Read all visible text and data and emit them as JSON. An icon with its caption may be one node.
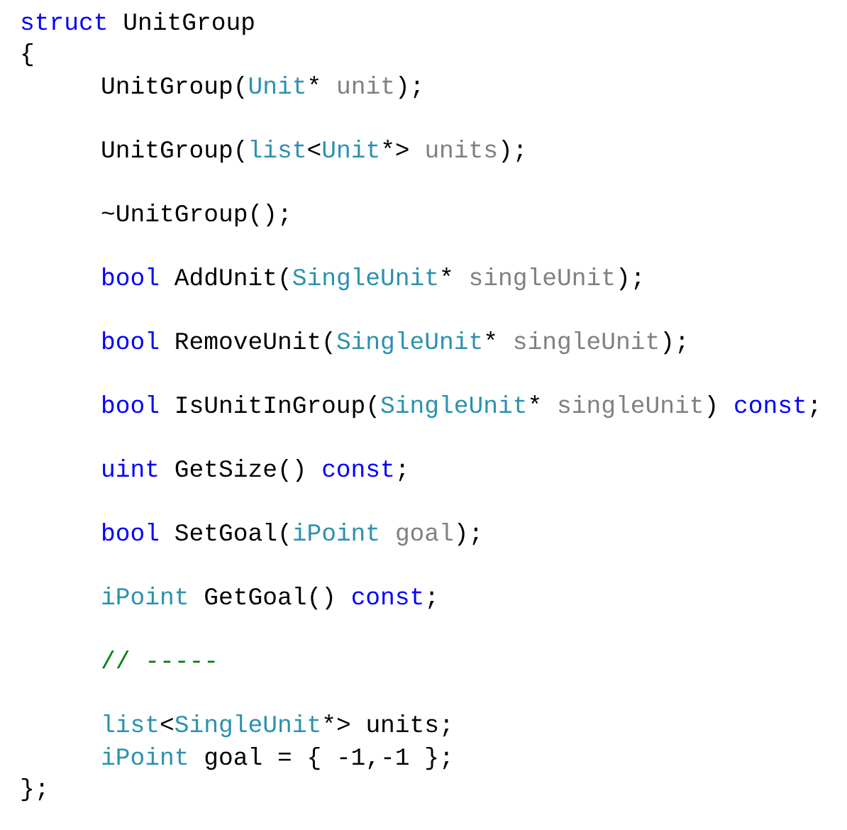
{
  "diagram": {
    "labels": [
      "struct UnitGroup",
      "{",
      "UnitGroup(Unit* unit);",
      "UnitGroup(list<Unit*> units);",
      "~UnitGroup();",
      "bool AddUnit(SingleUnit* singleUnit);",
      "bool RemoveUnit(SingleUnit* singleUnit);",
      "bool IsUnitInGroup(SingleUnit* singleUnit) const;",
      "uint GetSize() const;",
      "bool SetGoal(iPoint goal);",
      "iPoint GetGoal() const;",
      "// -----",
      "list<SingleUnit*> units;",
      "iPoint goal = { -1,-1 };",
      "};"
    ]
  }
}
